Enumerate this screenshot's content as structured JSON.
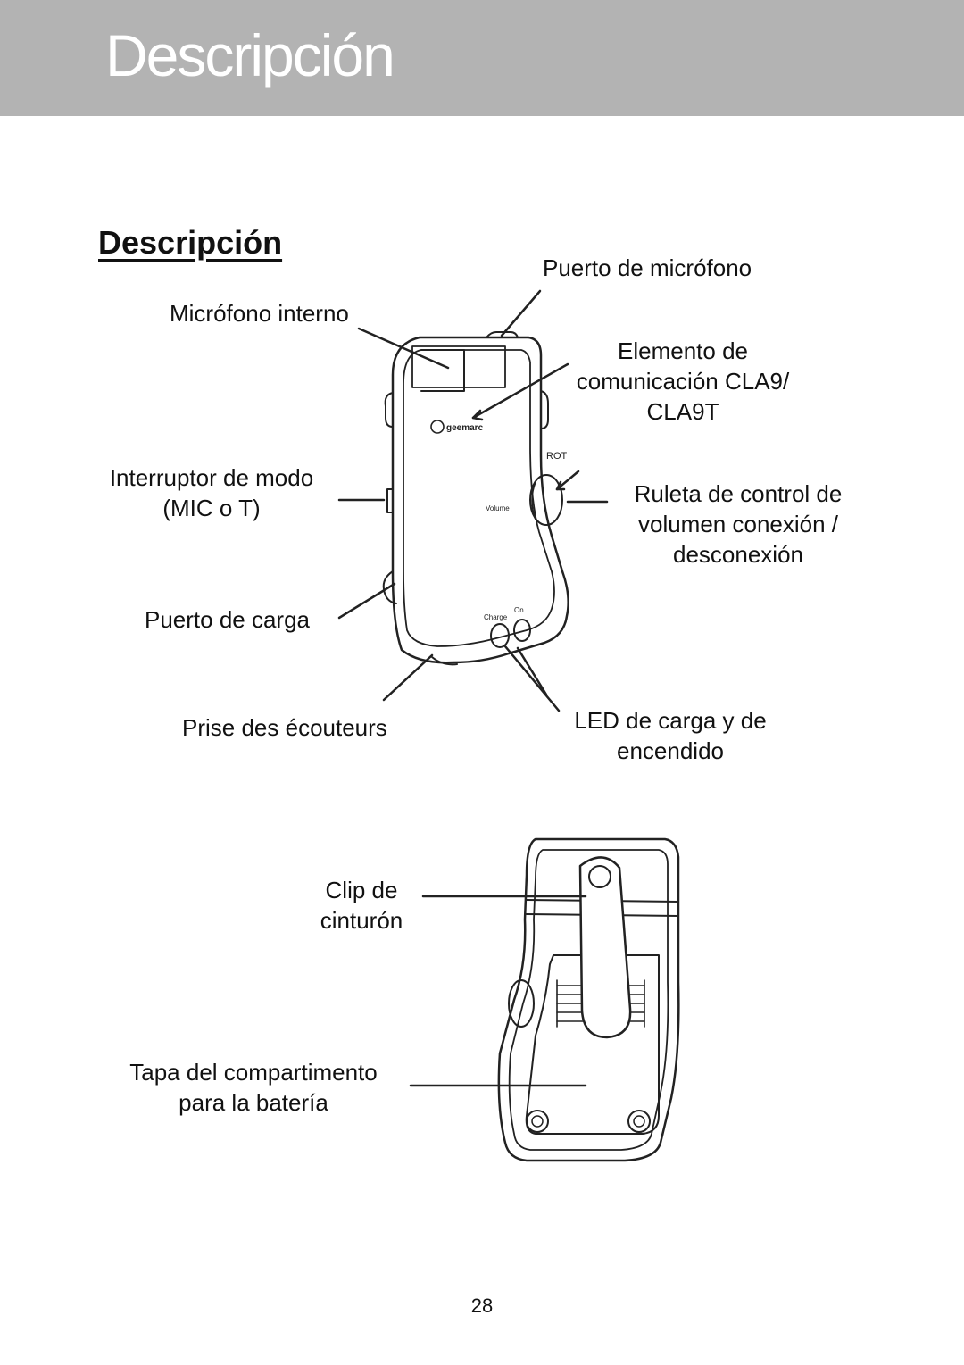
{
  "header": {
    "title": "Descripción"
  },
  "section_title": "Descripción",
  "front_labels": {
    "puerto_microfono": "Puerto de micrófono",
    "microfono_interno": "Micrófono interno",
    "elemento_comunicacion": [
      "Elemento de",
      "comunicación CLA9/",
      "CLA9T"
    ],
    "interruptor_modo": [
      "Interruptor de modo",
      "(MIC o T)"
    ],
    "ruleta_volumen": [
      "Ruleta de control de",
      "volumen conexión /",
      "desconexión"
    ],
    "puerto_carga": "Puerto de carga",
    "prise_ecouteurs": "Prise des écouteurs",
    "led_carga": [
      "LED de carga y de",
      "encendido"
    ]
  },
  "device_markings": {
    "brand": "geemarc",
    "rot": "ROT",
    "volume": "Volume",
    "charge": "Charge",
    "on": "On"
  },
  "back_labels": {
    "clip_cinturon": [
      "Clip de",
      "cinturón"
    ],
    "tapa_bateria": [
      "Tapa del compartimento",
      "para la batería"
    ]
  },
  "page_number": "28"
}
